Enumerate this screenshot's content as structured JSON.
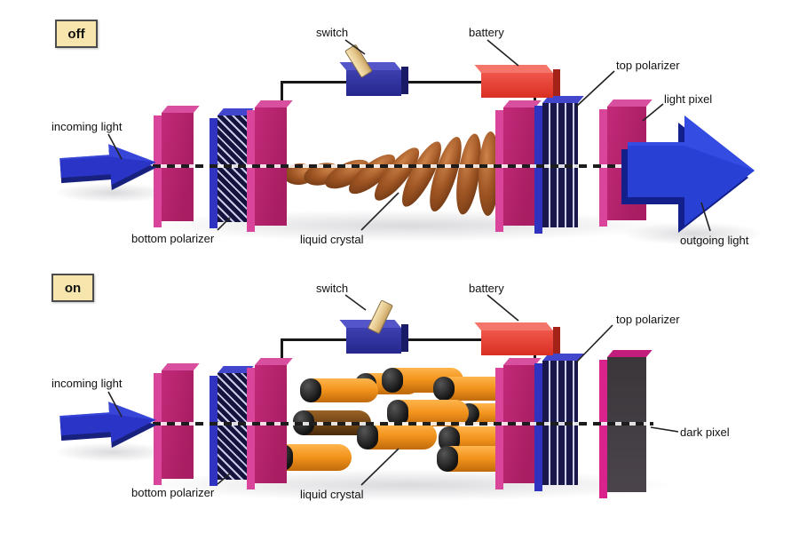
{
  "colors": {
    "slab_magenta": "#b8216f",
    "polarizer_blue": "#2f33c0",
    "polarizer_stripe_dark": "#15123d",
    "light_arrow_blue": "#2636c8",
    "battery_red": "#e23a2b",
    "switch_blue": "#2c2e9c",
    "switch_lever_tan": "#eed7a7",
    "liquid_crystal_brown": "#9c5322",
    "liquid_crystal_orange": "#f2931c",
    "dark_pixel_gray": "#3b373b",
    "state_box_bg": "#f6e5ad"
  },
  "panels": [
    {
      "state": "off",
      "labels": {
        "incoming_light": "incoming light",
        "bottom_polarizer": "bottom polarizer",
        "liquid_crystal": "liquid crystal",
        "switch": "switch",
        "battery": "battery",
        "top_polarizer": "top polarizer",
        "pixel": "light pixel",
        "outgoing_light": "outgoing light"
      }
    },
    {
      "state": "on",
      "labels": {
        "incoming_light": "incoming light",
        "bottom_polarizer": "bottom polarizer",
        "liquid_crystal": "liquid crystal",
        "switch": "switch",
        "battery": "battery",
        "top_polarizer": "top polarizer",
        "pixel": "dark pixel"
      }
    }
  ]
}
